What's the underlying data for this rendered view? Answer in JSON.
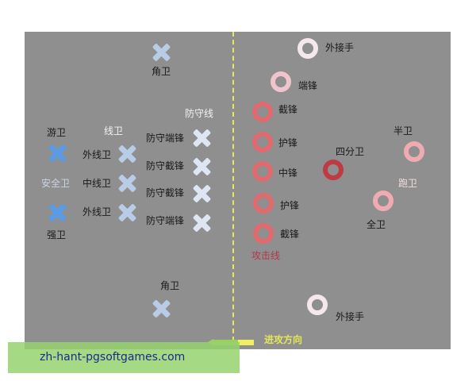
{
  "diagram": {
    "colors": {
      "field": "#8f8f8f",
      "scrimmage_line": "#e8e85a",
      "safety_x": "#5b9be6",
      "linebacker_x": "#b9cce6",
      "dline_x": "#dde6f2",
      "corner_x": "#b9cce6",
      "wr_o": "#f4e8ec",
      "te_o": "#f0c4cc",
      "oline_o": "#e06a6e",
      "qb_o": "#c03a44",
      "rb_o": "#f0aab2",
      "attack_arrow": "#9bd15a"
    },
    "defense": {
      "corner_top": {
        "label": "角卫"
      },
      "corner_bottom": {
        "label": "角卫"
      },
      "dline_header": "防守线",
      "dline": [
        {
          "label": "防守端锋"
        },
        {
          "label": "防守截锋"
        },
        {
          "label": "防守截锋"
        },
        {
          "label": "防守端锋"
        }
      ],
      "lb_header": "线卫",
      "linebackers": [
        {
          "label": "外线卫"
        },
        {
          "label": "中线卫"
        },
        {
          "label": "外线卫"
        }
      ],
      "safety_header": "安全卫",
      "free_safety": {
        "label": "游卫"
      },
      "strong_safety": {
        "label": "强卫"
      }
    },
    "offense": {
      "wr_top": {
        "label": "外接手"
      },
      "wr_bottom": {
        "label": "外接手"
      },
      "tight_end": {
        "label": "端锋"
      },
      "oline": [
        {
          "label": "截锋"
        },
        {
          "label": "护锋"
        },
        {
          "label": "中锋"
        },
        {
          "label": "护锋"
        },
        {
          "label": "截锋"
        }
      ],
      "oline_header": "攻击线",
      "quarterback": {
        "label": "四分卫"
      },
      "halfback": {
        "label": "半卫"
      },
      "fullback": {
        "label": "全卫"
      },
      "rb_header": "跑卫"
    },
    "attack_direction": "进攻方向"
  },
  "watermark": {
    "text": "zh-hant-pgsoftgames.com"
  }
}
